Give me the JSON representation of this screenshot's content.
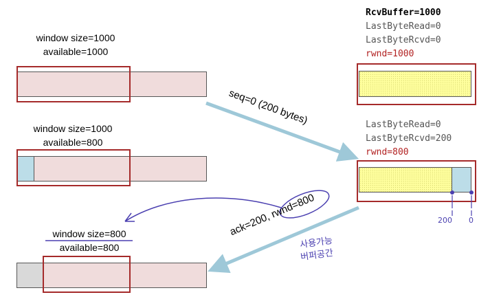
{
  "sender": {
    "state1": {
      "window_size": "window size=1000",
      "available": "available=1000"
    },
    "state2": {
      "window_size": "window size=1000",
      "available": "available=800"
    },
    "state3": {
      "window_size": "window size=800",
      "available": "available=800"
    }
  },
  "receiver": {
    "state1": {
      "rcv_buffer": "RcvBuffer=1000",
      "last_byte_read": "LastByteRead=0",
      "last_byte_rcvd": "LastByteRcvd=0",
      "rwnd": "rwnd=1000"
    },
    "state2": {
      "last_byte_read": "LastByteRead=0",
      "last_byte_rcvd": "LastByteRcvd=200",
      "rwnd": "rwnd=800"
    }
  },
  "messages": {
    "seq": "seq=0 (200 bytes)",
    "ack": "ack=200, rwnd=800"
  },
  "handwriting": {
    "note_line1": "사용가능",
    "note_line2": "버퍼공간",
    "mark_200": "200",
    "mark_0": "0"
  },
  "colors": {
    "window_border": "#a52a2a",
    "buffer_fill": "#f0dcdc",
    "sent_fill": "#bcdde8",
    "acked_fill": "#d9d9d9",
    "rcv_free_fill": "#ffff9e",
    "arrow": "#9ec8d8",
    "pen": "#4a3fb0"
  }
}
